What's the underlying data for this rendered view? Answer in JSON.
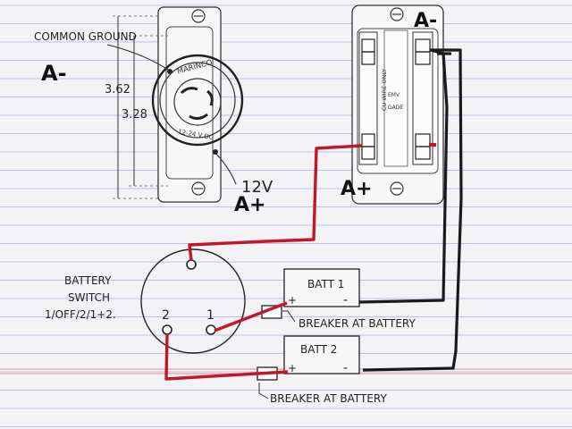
{
  "receptacle_left": {
    "brand": "MARINCO",
    "rating": "12-24 V DC",
    "common_ground_label": "COMMON GROUND",
    "a_minus_label": "A-",
    "twelve_v_label": "12V",
    "a_plus_label": "A+",
    "dim_outer": "3.62",
    "dim_inner": "3.28"
  },
  "receptacle_right": {
    "a_minus_label": "A-",
    "a_plus_label": "A+",
    "side_text": "CU WIRE ONLY",
    "strip_text_1": "EMV",
    "strip_text_2": "GADE"
  },
  "battery_switch": {
    "label_line1": "BATTERY",
    "label_line2": "SWITCH",
    "label_line3": "1/OFF/2/1+2.",
    "terminal_1": "1",
    "terminal_2": "2"
  },
  "batteries": [
    {
      "name": "BATT 1",
      "plus": "+",
      "minus": "-"
    },
    {
      "name": "BATT 2",
      "plus": "+",
      "minus": "-"
    }
  ],
  "breakers": [
    {
      "label": "BREAKER AT BATTERY"
    },
    {
      "label": "BREAKER AT BATTERY"
    }
  ],
  "colors": {
    "paper": "#f3f3f6",
    "rule_blue": "#b9c3e6",
    "margin_red": "#e58a8a",
    "ink": "#222222",
    "wire_red": "#c0182a",
    "wire_black": "#1a1a1a"
  }
}
